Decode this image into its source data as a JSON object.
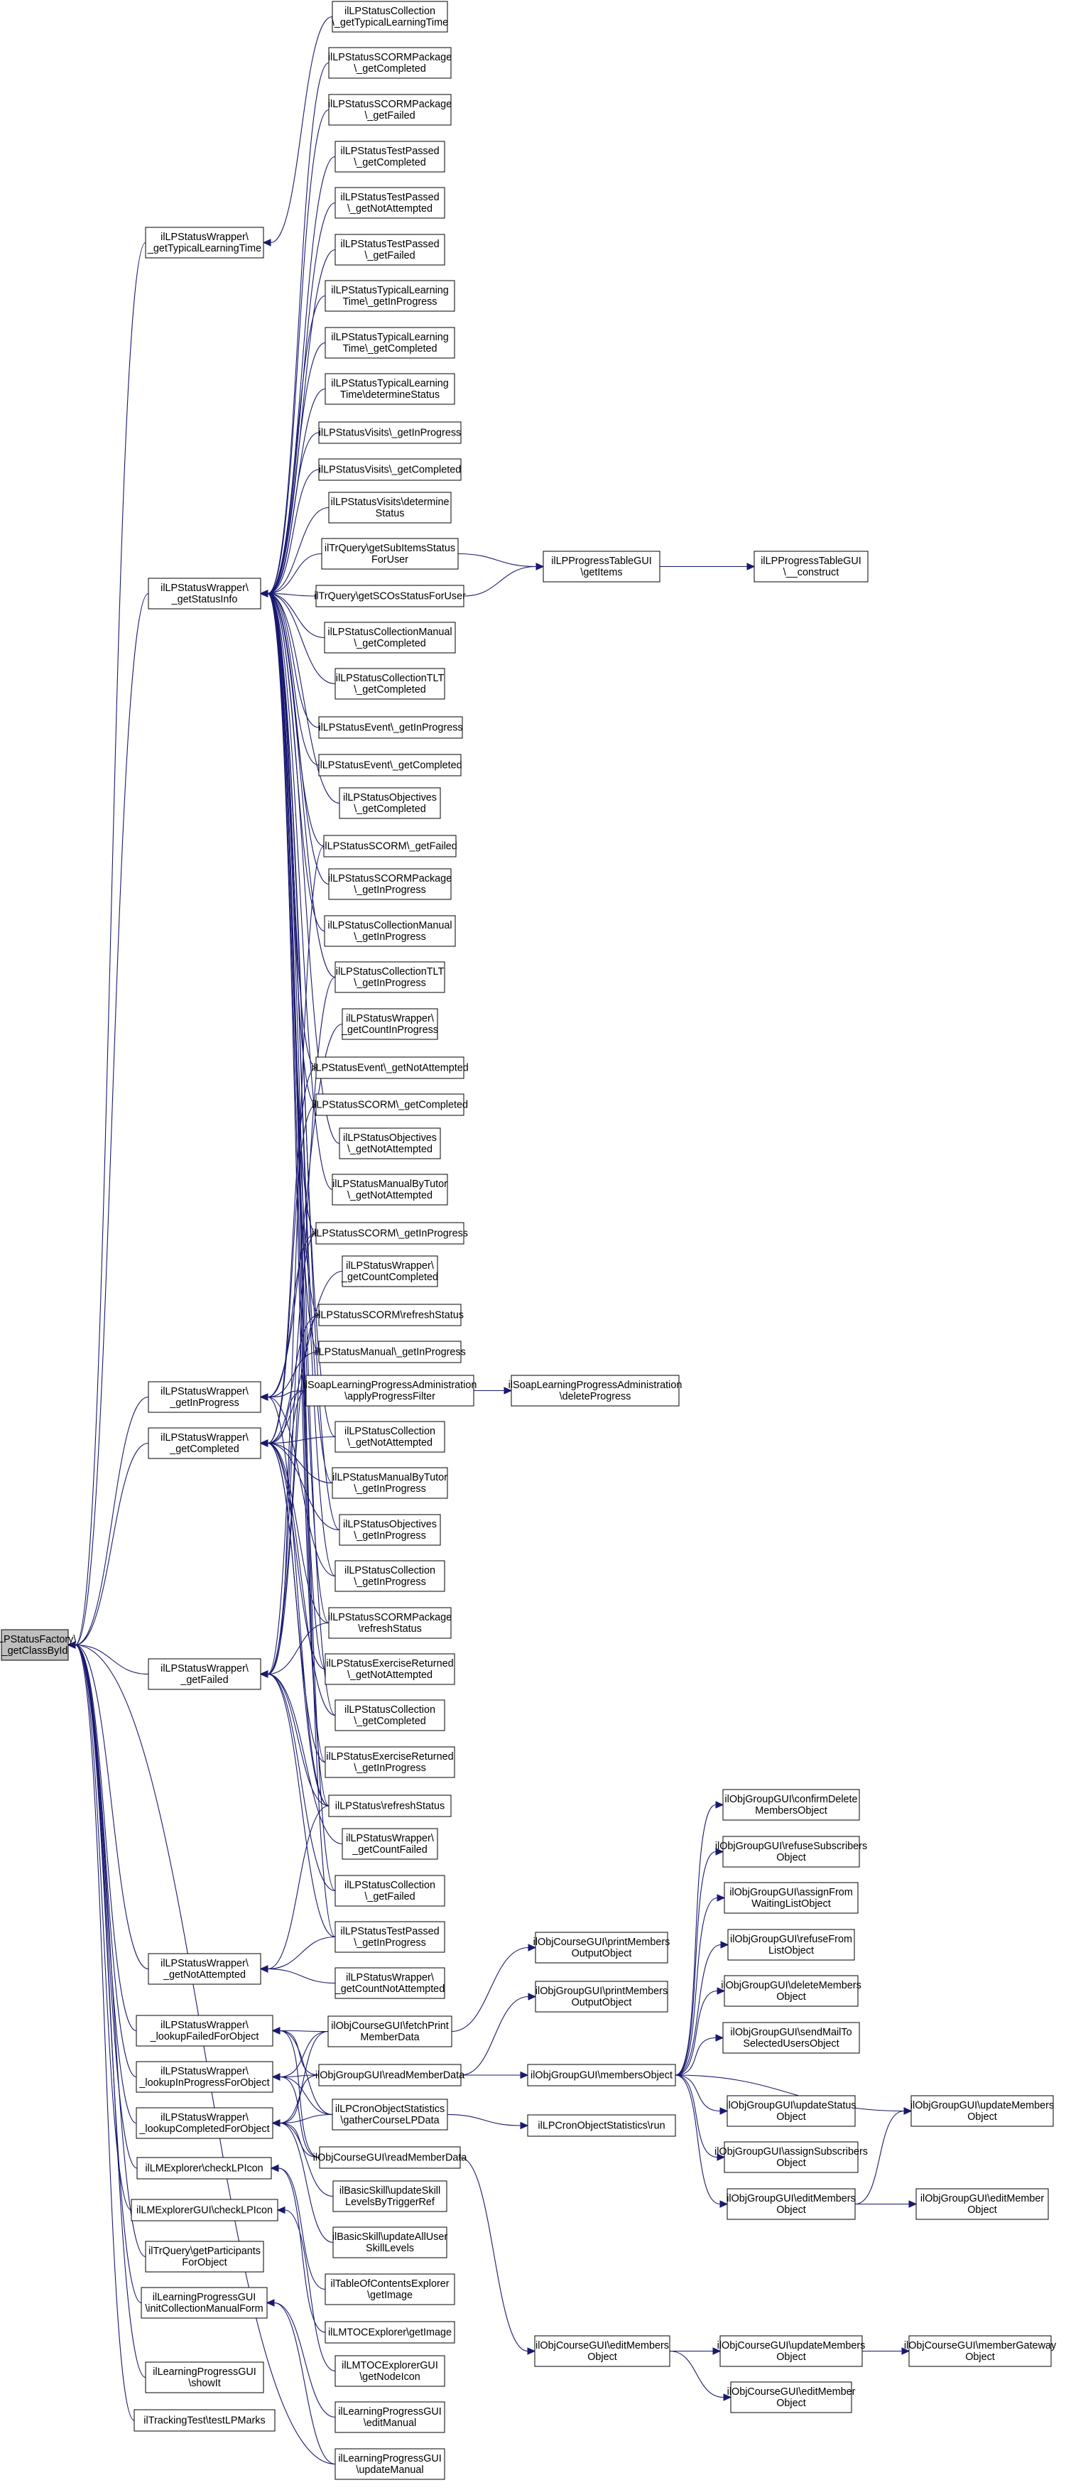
{
  "diagram": {
    "kind": "doxygen caller graph",
    "colors": {
      "edge": "#191970",
      "node_fill": "#ffffff",
      "root_fill": "#bfbfbf",
      "border": "#000000"
    },
    "nodes": [
      {
        "id": "root",
        "lines": [
          "ilLPStatusFactory\\",
          "_getClassById"
        ],
        "root": true
      },
      {
        "id": "w_typ",
        "lines": [
          "ilLPStatusWrapper\\",
          "_getTypicalLearningTime"
        ]
      },
      {
        "id": "w_si",
        "lines": [
          "ilLPStatusWrapper\\",
          "_getStatusInfo"
        ]
      },
      {
        "id": "w_gip",
        "lines": [
          "ilLPStatusWrapper\\",
          "_getInProgress"
        ]
      },
      {
        "id": "w_gc",
        "lines": [
          "ilLPStatusWrapper\\",
          "_getCompleted"
        ]
      },
      {
        "id": "w_gf",
        "lines": [
          "ilLPStatusWrapper\\",
          "_getFailed"
        ]
      },
      {
        "id": "w_gna",
        "lines": [
          "ilLPStatusWrapper\\",
          "_getNotAttempted"
        ]
      },
      {
        "id": "w_lf",
        "lines": [
          "ilLPStatusWrapper\\",
          "_lookupFailedForObject"
        ]
      },
      {
        "id": "w_lip",
        "lines": [
          "ilLPStatusWrapper\\",
          "_lookupInProgressForObject"
        ]
      },
      {
        "id": "w_lc",
        "lines": [
          "ilLPStatusWrapper\\",
          "_lookupCompletedForObject"
        ]
      },
      {
        "id": "lme_check",
        "lines": [
          "ilLMExplorer\\checkLPIcon"
        ]
      },
      {
        "id": "lmegui_check",
        "lines": [
          "ilLMExplorerGUI\\checkLPIcon"
        ]
      },
      {
        "id": "trq_part",
        "lines": [
          "ilTrQuery\\getParticipants",
          "ForObject"
        ]
      },
      {
        "id": "lpgui_init",
        "lines": [
          "ilLearningProgressGUI",
          "\\initCollectionManualForm"
        ]
      },
      {
        "id": "lpgui_show",
        "lines": [
          "ilLearningProgressGUI",
          "\\showIt"
        ]
      },
      {
        "id": "tracktest",
        "lines": [
          "ilTrackingTest\\testLPMarks"
        ]
      },
      {
        "id": "c1",
        "lines": [
          "ilLPStatusCollection",
          "\\_getTypicalLearningTime"
        ]
      },
      {
        "id": "c2",
        "lines": [
          "ilLPStatusSCORMPackage",
          "\\_getCompleted"
        ]
      },
      {
        "id": "c3",
        "lines": [
          "ilLPStatusSCORMPackage",
          "\\_getFailed"
        ]
      },
      {
        "id": "c4",
        "lines": [
          "ilLPStatusTestPassed",
          "\\_getCompleted"
        ]
      },
      {
        "id": "c5",
        "lines": [
          "ilLPStatusTestPassed",
          "\\_getNotAttempted"
        ]
      },
      {
        "id": "c6",
        "lines": [
          "ilLPStatusTestPassed",
          "\\_getFailed"
        ]
      },
      {
        "id": "c7",
        "lines": [
          "ilLPStatusTypicalLearning",
          "Time\\_getInProgress"
        ]
      },
      {
        "id": "c8",
        "lines": [
          "ilLPStatusTypicalLearning",
          "Time\\_getCompleted"
        ]
      },
      {
        "id": "c9",
        "lines": [
          "ilLPStatusTypicalLearning",
          "Time\\determineStatus"
        ]
      },
      {
        "id": "c10",
        "lines": [
          "ilLPStatusVisits\\_getInProgress"
        ]
      },
      {
        "id": "c11",
        "lines": [
          "ilLPStatusVisits\\_getCompleted"
        ]
      },
      {
        "id": "c12",
        "lines": [
          "ilLPStatusVisits\\determine",
          "Status"
        ]
      },
      {
        "id": "c13",
        "lines": [
          "ilTrQuery\\getSubItemsStatus",
          "ForUser"
        ]
      },
      {
        "id": "c14",
        "lines": [
          "ilTrQuery\\getSCOsStatusForUser"
        ]
      },
      {
        "id": "c15",
        "lines": [
          "ilLPStatusCollectionManual",
          "\\_getCompleted"
        ]
      },
      {
        "id": "c16",
        "lines": [
          "ilLPStatusCollectionTLT",
          "\\_getCompleted"
        ]
      },
      {
        "id": "c17",
        "lines": [
          "ilLPStatusEvent\\_getInProgress"
        ]
      },
      {
        "id": "c18",
        "lines": [
          "ilLPStatusEvent\\_getCompleted"
        ]
      },
      {
        "id": "c19",
        "lines": [
          "ilLPStatusObjectives",
          "\\_getCompleted"
        ]
      },
      {
        "id": "c20",
        "lines": [
          "ilLPStatusSCORM\\_getFailed"
        ]
      },
      {
        "id": "c21",
        "lines": [
          "ilLPStatusSCORMPackage",
          "\\_getInProgress"
        ]
      },
      {
        "id": "c22",
        "lines": [
          "ilLPStatusCollectionManual",
          "\\_getInProgress"
        ]
      },
      {
        "id": "c23",
        "lines": [
          "ilLPStatusCollectionTLT",
          "\\_getInProgress"
        ]
      },
      {
        "id": "c24",
        "lines": [
          "ilLPStatusWrapper\\",
          "_getCountInProgress"
        ]
      },
      {
        "id": "c25",
        "lines": [
          "ilLPStatusEvent\\_getNotAttempted"
        ]
      },
      {
        "id": "c26",
        "lines": [
          "ilLPStatusSCORM\\_getCompleted"
        ]
      },
      {
        "id": "c27",
        "lines": [
          "ilLPStatusObjectives",
          "\\_getNotAttempted"
        ]
      },
      {
        "id": "c28",
        "lines": [
          "ilLPStatusManualByTutor",
          "\\_getNotAttempted"
        ]
      },
      {
        "id": "c29",
        "lines": [
          "ilLPStatusSCORM\\_getInProgress"
        ]
      },
      {
        "id": "c30",
        "lines": [
          "ilLPStatusWrapper\\",
          "_getCountCompleted"
        ]
      },
      {
        "id": "c31",
        "lines": [
          "ilLPStatusSCORM\\refreshStatus"
        ]
      },
      {
        "id": "c32",
        "lines": [
          "ilLPStatusManual\\_getInProgress"
        ]
      },
      {
        "id": "c33",
        "lines": [
          "ilSoapLearningProgressAdministration",
          "\\applyProgressFilter"
        ]
      },
      {
        "id": "c34",
        "lines": [
          "ilLPStatusCollection",
          "\\_getNotAttempted"
        ]
      },
      {
        "id": "c35",
        "lines": [
          "ilLPStatusManualByTutor",
          "\\_getInProgress"
        ]
      },
      {
        "id": "c36",
        "lines": [
          "ilLPStatusObjectives",
          "\\_getInProgress"
        ]
      },
      {
        "id": "c37",
        "lines": [
          "ilLPStatusCollection",
          "\\_getInProgress"
        ]
      },
      {
        "id": "c38",
        "lines": [
          "ilLPStatusSCORMPackage",
          "\\refreshStatus"
        ]
      },
      {
        "id": "c39",
        "lines": [
          "ilLPStatusExerciseReturned",
          "\\_getNotAttempted"
        ]
      },
      {
        "id": "c40",
        "lines": [
          "ilLPStatusCollection",
          "\\_getCompleted"
        ]
      },
      {
        "id": "c41",
        "lines": [
          "ilLPStatusExerciseReturned",
          "\\_getInProgress"
        ]
      },
      {
        "id": "c42",
        "lines": [
          "ilLPStatus\\refreshStatus"
        ]
      },
      {
        "id": "c43",
        "lines": [
          "ilLPStatusWrapper\\",
          "_getCountFailed"
        ]
      },
      {
        "id": "c44",
        "lines": [
          "ilLPStatusCollection",
          "\\_getFailed"
        ]
      },
      {
        "id": "c45",
        "lines": [
          "ilLPStatusTestPassed",
          "\\_getInProgress"
        ]
      },
      {
        "id": "c46",
        "lines": [
          "ilLPStatusWrapper\\",
          "_getCountNotAttempted"
        ]
      },
      {
        "id": "c47",
        "lines": [
          "ilObjCourseGUI\\fetchPrint",
          "MemberData"
        ]
      },
      {
        "id": "c48",
        "lines": [
          "ilObjGroupGUI\\readMemberData"
        ]
      },
      {
        "id": "c49",
        "lines": [
          "ilLPCronObjectStatistics",
          "\\gatherCourseLPData"
        ]
      },
      {
        "id": "c50",
        "lines": [
          "ilObjCourseGUI\\readMemberData"
        ]
      },
      {
        "id": "c51",
        "lines": [
          "ilBasicSkill\\updateSkill",
          "LevelsByTriggerRef"
        ]
      },
      {
        "id": "c52",
        "lines": [
          "ilBasicSkill\\updateAllUser",
          "SkillLevels"
        ]
      },
      {
        "id": "c53",
        "lines": [
          "ilTableOfContentsExplorer",
          "\\getImage"
        ]
      },
      {
        "id": "c54",
        "lines": [
          "ilLMTOCExplorer\\getImage"
        ]
      },
      {
        "id": "c55",
        "lines": [
          "ilLMTOCExplorerGUI",
          "\\getNodeIcon"
        ]
      },
      {
        "id": "c56",
        "lines": [
          "ilLearningProgressGUI",
          "\\editManual"
        ]
      },
      {
        "id": "c57",
        "lines": [
          "ilLearningProgressGUI",
          "\\updateManual"
        ]
      },
      {
        "id": "d1",
        "lines": [
          "ilLPProgressTableGUI",
          "\\getItems"
        ]
      },
      {
        "id": "d2",
        "lines": [
          "ilSoapLearningProgressAdministration",
          "\\deleteProgress"
        ]
      },
      {
        "id": "d3",
        "lines": [
          "ilObjCourseGUI\\printMembers",
          "OutputObject"
        ]
      },
      {
        "id": "d4",
        "lines": [
          "ilObjGroupGUI\\printMembers",
          "OutputObject"
        ]
      },
      {
        "id": "d5",
        "lines": [
          "ilObjGroupGUI\\membersObject"
        ]
      },
      {
        "id": "d6",
        "lines": [
          "ilLPCronObjectStatistics\\run"
        ]
      },
      {
        "id": "d7",
        "lines": [
          "ilObjCourseGUI\\editMembers",
          "Object"
        ]
      },
      {
        "id": "e1",
        "lines": [
          "ilLPProgressTableGUI",
          "\\__construct"
        ]
      },
      {
        "id": "f1",
        "lines": [
          "ilObjGroupGUI\\confirmDelete",
          "MembersObject"
        ]
      },
      {
        "id": "f2",
        "lines": [
          "ilObjGroupGUI\\refuseSubscribers",
          "Object"
        ]
      },
      {
        "id": "f3",
        "lines": [
          "ilObjGroupGUI\\assignFrom",
          "WaitingListObject"
        ]
      },
      {
        "id": "f4",
        "lines": [
          "ilObjGroupGUI\\refuseFrom",
          "ListObject"
        ]
      },
      {
        "id": "f5",
        "lines": [
          "ilObjGroupGUI\\deleteMembers",
          "Object"
        ]
      },
      {
        "id": "f6",
        "lines": [
          "ilObjGroupGUI\\sendMailTo",
          "SelectedUsersObject"
        ]
      },
      {
        "id": "f7",
        "lines": [
          "ilObjGroupGUI\\updateStatus",
          "Object"
        ]
      },
      {
        "id": "f8",
        "lines": [
          "ilObjGroupGUI\\assignSubscribers",
          "Object"
        ]
      },
      {
        "id": "f9",
        "lines": [
          "ilObjGroupGUI\\editMembers",
          "Object"
        ]
      },
      {
        "id": "f10",
        "lines": [
          "ilObjCourseGUI\\updateMembers",
          "Object"
        ]
      },
      {
        "id": "f11",
        "lines": [
          "ilObjCourseGUI\\editMember",
          "Object"
        ]
      },
      {
        "id": "g1",
        "lines": [
          "ilObjGroupGUI\\updateMembers",
          "Object"
        ]
      },
      {
        "id": "g2",
        "lines": [
          "ilObjGroupGUI\\editMember",
          "Object"
        ]
      },
      {
        "id": "g3",
        "lines": [
          "ilObjCourseGUI\\memberGateway",
          "Object"
        ]
      }
    ],
    "edges": [
      [
        "w_typ",
        "root"
      ],
      [
        "w_si",
        "root"
      ],
      [
        "w_gip",
        "root"
      ],
      [
        "w_gc",
        "root"
      ],
      [
        "w_gf",
        "root"
      ],
      [
        "w_gna",
        "root"
      ],
      [
        "w_lf",
        "root"
      ],
      [
        "w_lip",
        "root"
      ],
      [
        "w_lc",
        "root"
      ],
      [
        "lme_check",
        "root"
      ],
      [
        "lmegui_check",
        "root"
      ],
      [
        "trq_part",
        "root"
      ],
      [
        "lpgui_init",
        "root"
      ],
      [
        "lpgui_show",
        "root"
      ],
      [
        "tracktest",
        "root"
      ],
      [
        "c1",
        "w_typ"
      ],
      [
        "c2",
        "w_si"
      ],
      [
        "c3",
        "w_si"
      ],
      [
        "c4",
        "w_si"
      ],
      [
        "c5",
        "w_si"
      ],
      [
        "c6",
        "w_si"
      ],
      [
        "c7",
        "w_si"
      ],
      [
        "c8",
        "w_si"
      ],
      [
        "c9",
        "w_si"
      ],
      [
        "c10",
        "w_si"
      ],
      [
        "c11",
        "w_si"
      ],
      [
        "c12",
        "w_si"
      ],
      [
        "c13",
        "w_si"
      ],
      [
        "c14",
        "w_si"
      ],
      [
        "c15",
        "w_si"
      ],
      [
        "c16",
        "w_si"
      ],
      [
        "c17",
        "w_si"
      ],
      [
        "c18",
        "w_si"
      ],
      [
        "c19",
        "w_si"
      ],
      [
        "c20",
        "w_si"
      ],
      [
        "c21",
        "w_si"
      ],
      [
        "c22",
        "w_si"
      ],
      [
        "c23",
        "w_si"
      ],
      [
        "c25",
        "w_si"
      ],
      [
        "c26",
        "w_si"
      ],
      [
        "c27",
        "w_si"
      ],
      [
        "c28",
        "w_si"
      ],
      [
        "c29",
        "w_si"
      ],
      [
        "c31",
        "w_si"
      ],
      [
        "c32",
        "w_si"
      ],
      [
        "c34",
        "w_si"
      ],
      [
        "c35",
        "w_si"
      ],
      [
        "c36",
        "w_si"
      ],
      [
        "c37",
        "w_si"
      ],
      [
        "c38",
        "w_si"
      ],
      [
        "c39",
        "w_si"
      ],
      [
        "c40",
        "w_si"
      ],
      [
        "c41",
        "w_si"
      ],
      [
        "c42",
        "w_si"
      ],
      [
        "c44",
        "w_si"
      ],
      [
        "c45",
        "w_si"
      ],
      [
        "c24",
        "w_gip"
      ],
      [
        "c33",
        "w_gip"
      ],
      [
        "c29",
        "w_gip"
      ],
      [
        "c32",
        "w_gip"
      ],
      [
        "c37",
        "w_gip"
      ],
      [
        "c42",
        "w_gip"
      ],
      [
        "c30",
        "w_gc"
      ],
      [
        "c33",
        "w_gc"
      ],
      [
        "c26",
        "w_gc"
      ],
      [
        "c31",
        "w_gc"
      ],
      [
        "c38",
        "w_gc"
      ],
      [
        "c42",
        "w_gc"
      ],
      [
        "c40",
        "w_gc"
      ],
      [
        "c36",
        "w_gc"
      ],
      [
        "c35",
        "w_gc"
      ],
      [
        "c34",
        "w_gc"
      ],
      [
        "c39",
        "w_gc"
      ],
      [
        "c41",
        "w_gc"
      ],
      [
        "c25",
        "w_gc"
      ],
      [
        "c43",
        "w_gf"
      ],
      [
        "c33",
        "w_gf"
      ],
      [
        "c20",
        "w_gf"
      ],
      [
        "c31",
        "w_gf"
      ],
      [
        "c38",
        "w_gf"
      ],
      [
        "c42",
        "w_gf"
      ],
      [
        "c44",
        "w_gf"
      ],
      [
        "c45",
        "w_gf"
      ],
      [
        "c29",
        "w_gf"
      ],
      [
        "c23",
        "w_gf"
      ],
      [
        "c46",
        "w_gna"
      ],
      [
        "c42",
        "w_gna"
      ],
      [
        "c45",
        "w_gna"
      ],
      [
        "c47",
        "w_lf"
      ],
      [
        "c48",
        "w_lf"
      ],
      [
        "c49",
        "w_lf"
      ],
      [
        "c50",
        "w_lf"
      ],
      [
        "c47",
        "w_lip"
      ],
      [
        "c48",
        "w_lip"
      ],
      [
        "c49",
        "w_lip"
      ],
      [
        "c50",
        "w_lip"
      ],
      [
        "c47",
        "w_lc"
      ],
      [
        "c48",
        "w_lc"
      ],
      [
        "c49",
        "w_lc"
      ],
      [
        "c50",
        "w_lc"
      ],
      [
        "c51",
        "w_lc"
      ],
      [
        "c52",
        "w_lc"
      ],
      [
        "c53",
        "lme_check"
      ],
      [
        "c54",
        "lme_check"
      ],
      [
        "c55",
        "lmegui_check"
      ],
      [
        "c56",
        "lpgui_init"
      ],
      [
        "c57",
        "lpgui_init"
      ],
      [
        "c57",
        "root"
      ],
      [
        "c13",
        "d1"
      ],
      [
        "c14",
        "d1"
      ],
      [
        "d1",
        "e1"
      ],
      [
        "c33",
        "d2"
      ],
      [
        "c47",
        "d3"
      ],
      [
        "c48",
        "d4"
      ],
      [
        "c48",
        "d5"
      ],
      [
        "c49",
        "d6"
      ],
      [
        "c50",
        "d7"
      ],
      [
        "d5",
        "f1"
      ],
      [
        "d5",
        "f2"
      ],
      [
        "d5",
        "f3"
      ],
      [
        "d5",
        "f4"
      ],
      [
        "d5",
        "f5"
      ],
      [
        "d5",
        "f6"
      ],
      [
        "d5",
        "f7"
      ],
      [
        "d5",
        "f8"
      ],
      [
        "d5",
        "f9"
      ],
      [
        "d5",
        "g1"
      ],
      [
        "d7",
        "f10"
      ],
      [
        "d7",
        "f11"
      ],
      [
        "f9",
        "g1"
      ],
      [
        "f9",
        "g2"
      ],
      [
        "f10",
        "g3"
      ]
    ]
  }
}
